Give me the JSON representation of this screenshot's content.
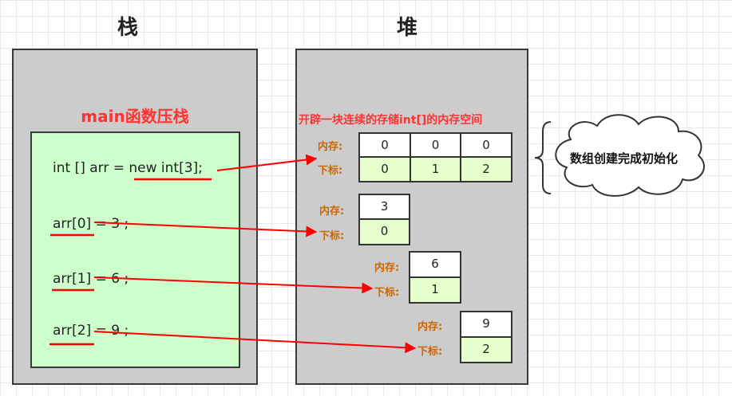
{
  "stack": {
    "title": "栈",
    "frame_title": "main函数压栈",
    "code": {
      "line1": "int [] arr = new int[3];",
      "line2": "arr[0] = 3 ;",
      "line3": "arr[1] = 6 ;",
      "line4": "arr[2] = 9 ;"
    }
  },
  "heap": {
    "title": "堆",
    "caption": "开辟一块连续的存储int[]的内存空间",
    "mem_label": "内存:",
    "index_label": "下标:",
    "array": {
      "memory": [
        "0",
        "0",
        "0"
      ],
      "indexes": [
        "0",
        "1",
        "2"
      ]
    },
    "element0": {
      "memory": "3",
      "index": "0"
    },
    "element1": {
      "memory": "6",
      "index": "1"
    },
    "element2": {
      "memory": "9",
      "index": "2"
    }
  },
  "cloud": {
    "text": "数组创建完成初始化"
  },
  "colors": {
    "accent": "#ff0000",
    "panel": "#cccccc",
    "frame": "#ccffcc",
    "index_cell": "#e6ffcc",
    "label": "#cc6600"
  }
}
